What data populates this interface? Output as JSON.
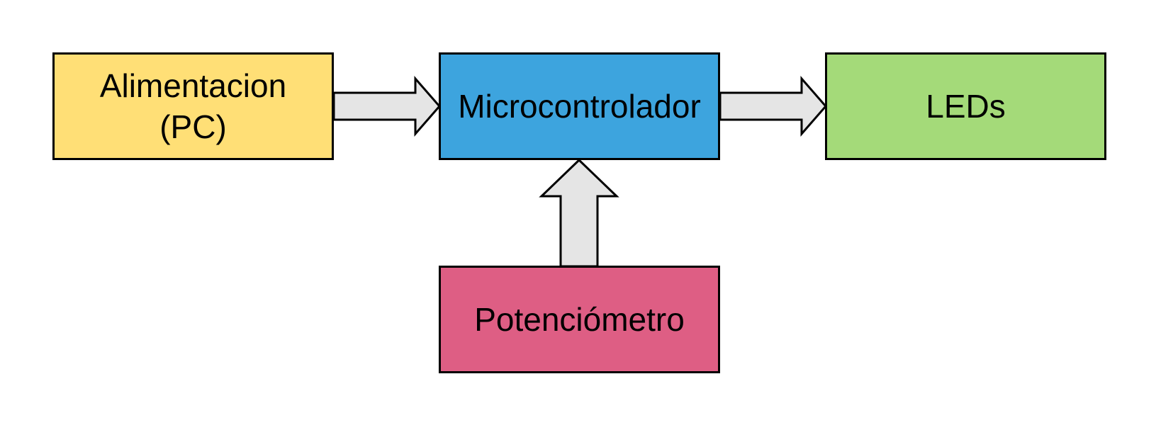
{
  "diagram": {
    "blocks": {
      "alimentacion": {
        "label": "Alimentacion\n(PC)",
        "color": "#FFDF76"
      },
      "microcontrolador": {
        "label": "Microcontrolador",
        "color": "#3DA4DE"
      },
      "leds": {
        "label": "LEDs",
        "color": "#A4DA79"
      },
      "potenciometro": {
        "label": "Potenciómetro",
        "color": "#DE5E84"
      }
    },
    "arrow_color": "#E5E5E5",
    "connections": [
      {
        "from": "alimentacion",
        "to": "microcontrolador"
      },
      {
        "from": "microcontrolador",
        "to": "leds"
      },
      {
        "from": "potenciometro",
        "to": "microcontrolador"
      }
    ]
  }
}
